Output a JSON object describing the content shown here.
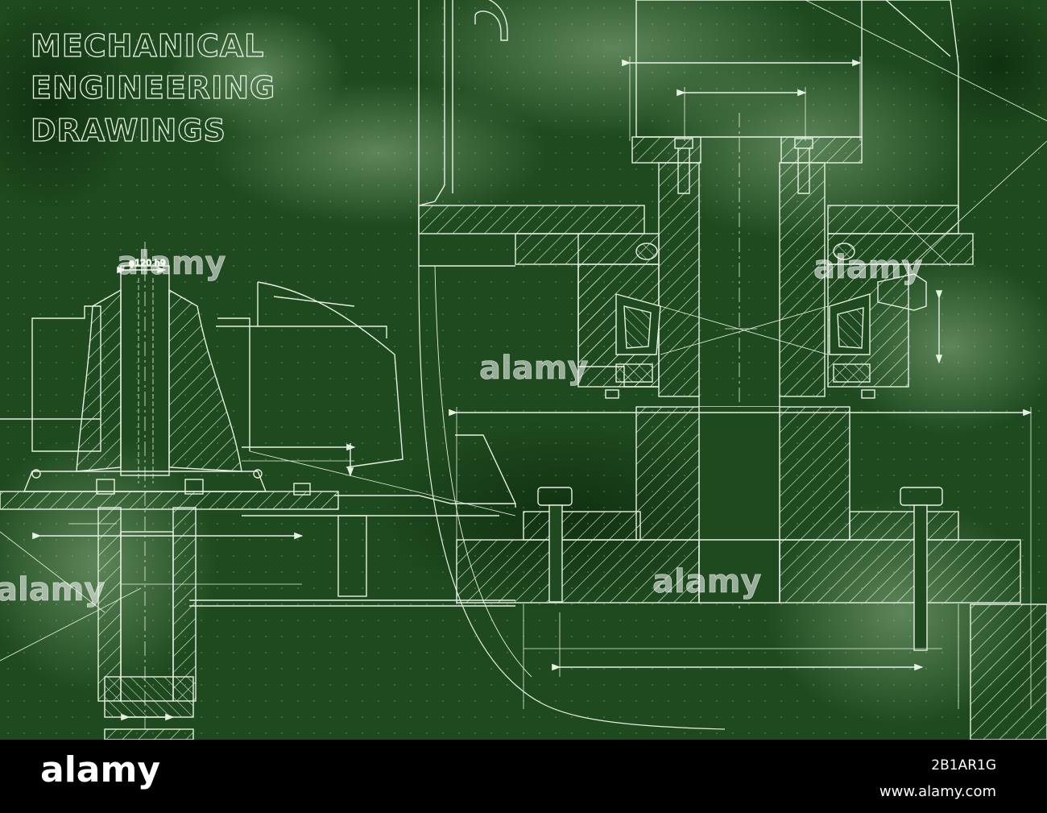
{
  "title": {
    "line1": "MECHANICAL",
    "line2": "ENGINEERING",
    "line3": "DRAWINGS"
  },
  "dimension_label": "φ120 h9",
  "watermark": "alamy",
  "footer": {
    "logo": "alamy",
    "image_id": "2B1AR1G",
    "url": "www.alamy.com"
  },
  "colors": {
    "background": "#1f4a1f",
    "lines": "#e8f2e3",
    "footer": "#000000"
  }
}
